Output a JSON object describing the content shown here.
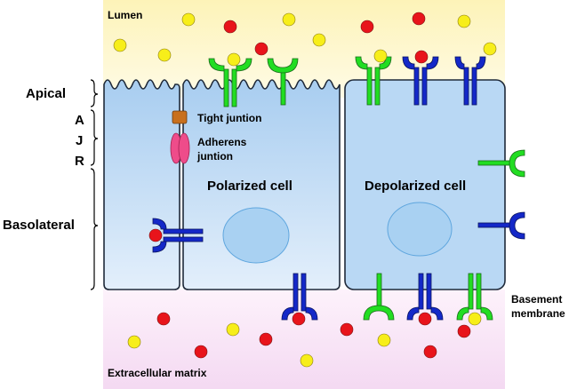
{
  "labels": {
    "lumen": "Lumen",
    "extracellular_matrix": "Extracellular matrix",
    "apical": "Apical",
    "ajr_a": "A",
    "ajr_j": "J",
    "ajr_r": "R",
    "basolateral": "Basolateral",
    "tight_junction_line1": "Tight juntion",
    "adherens_junction_line1": "Adherens",
    "adherens_junction_line2": "juntion",
    "polarized_cell": "Polarized cell",
    "depolarized_cell": "Depolarized cell",
    "basement_membrane_line1": "Basement",
    "basement_membrane_line2": "membrane"
  },
  "colors": {
    "lumen_bg": "#fdf6c4",
    "ecm_bg": "#f7e0f4",
    "cell_fill": "#bcd9f3",
    "cell_stroke": "#1f2a3a",
    "nucleus": "#a9d1f2",
    "receptor_green": "#22dd22",
    "receptor_blue": "#1428c8",
    "ligand_red": "#e8141b",
    "ligand_yellow": "#f7ee1a",
    "tight_junction": "#c8701e",
    "adherens_junction": "#ee4c8a"
  }
}
